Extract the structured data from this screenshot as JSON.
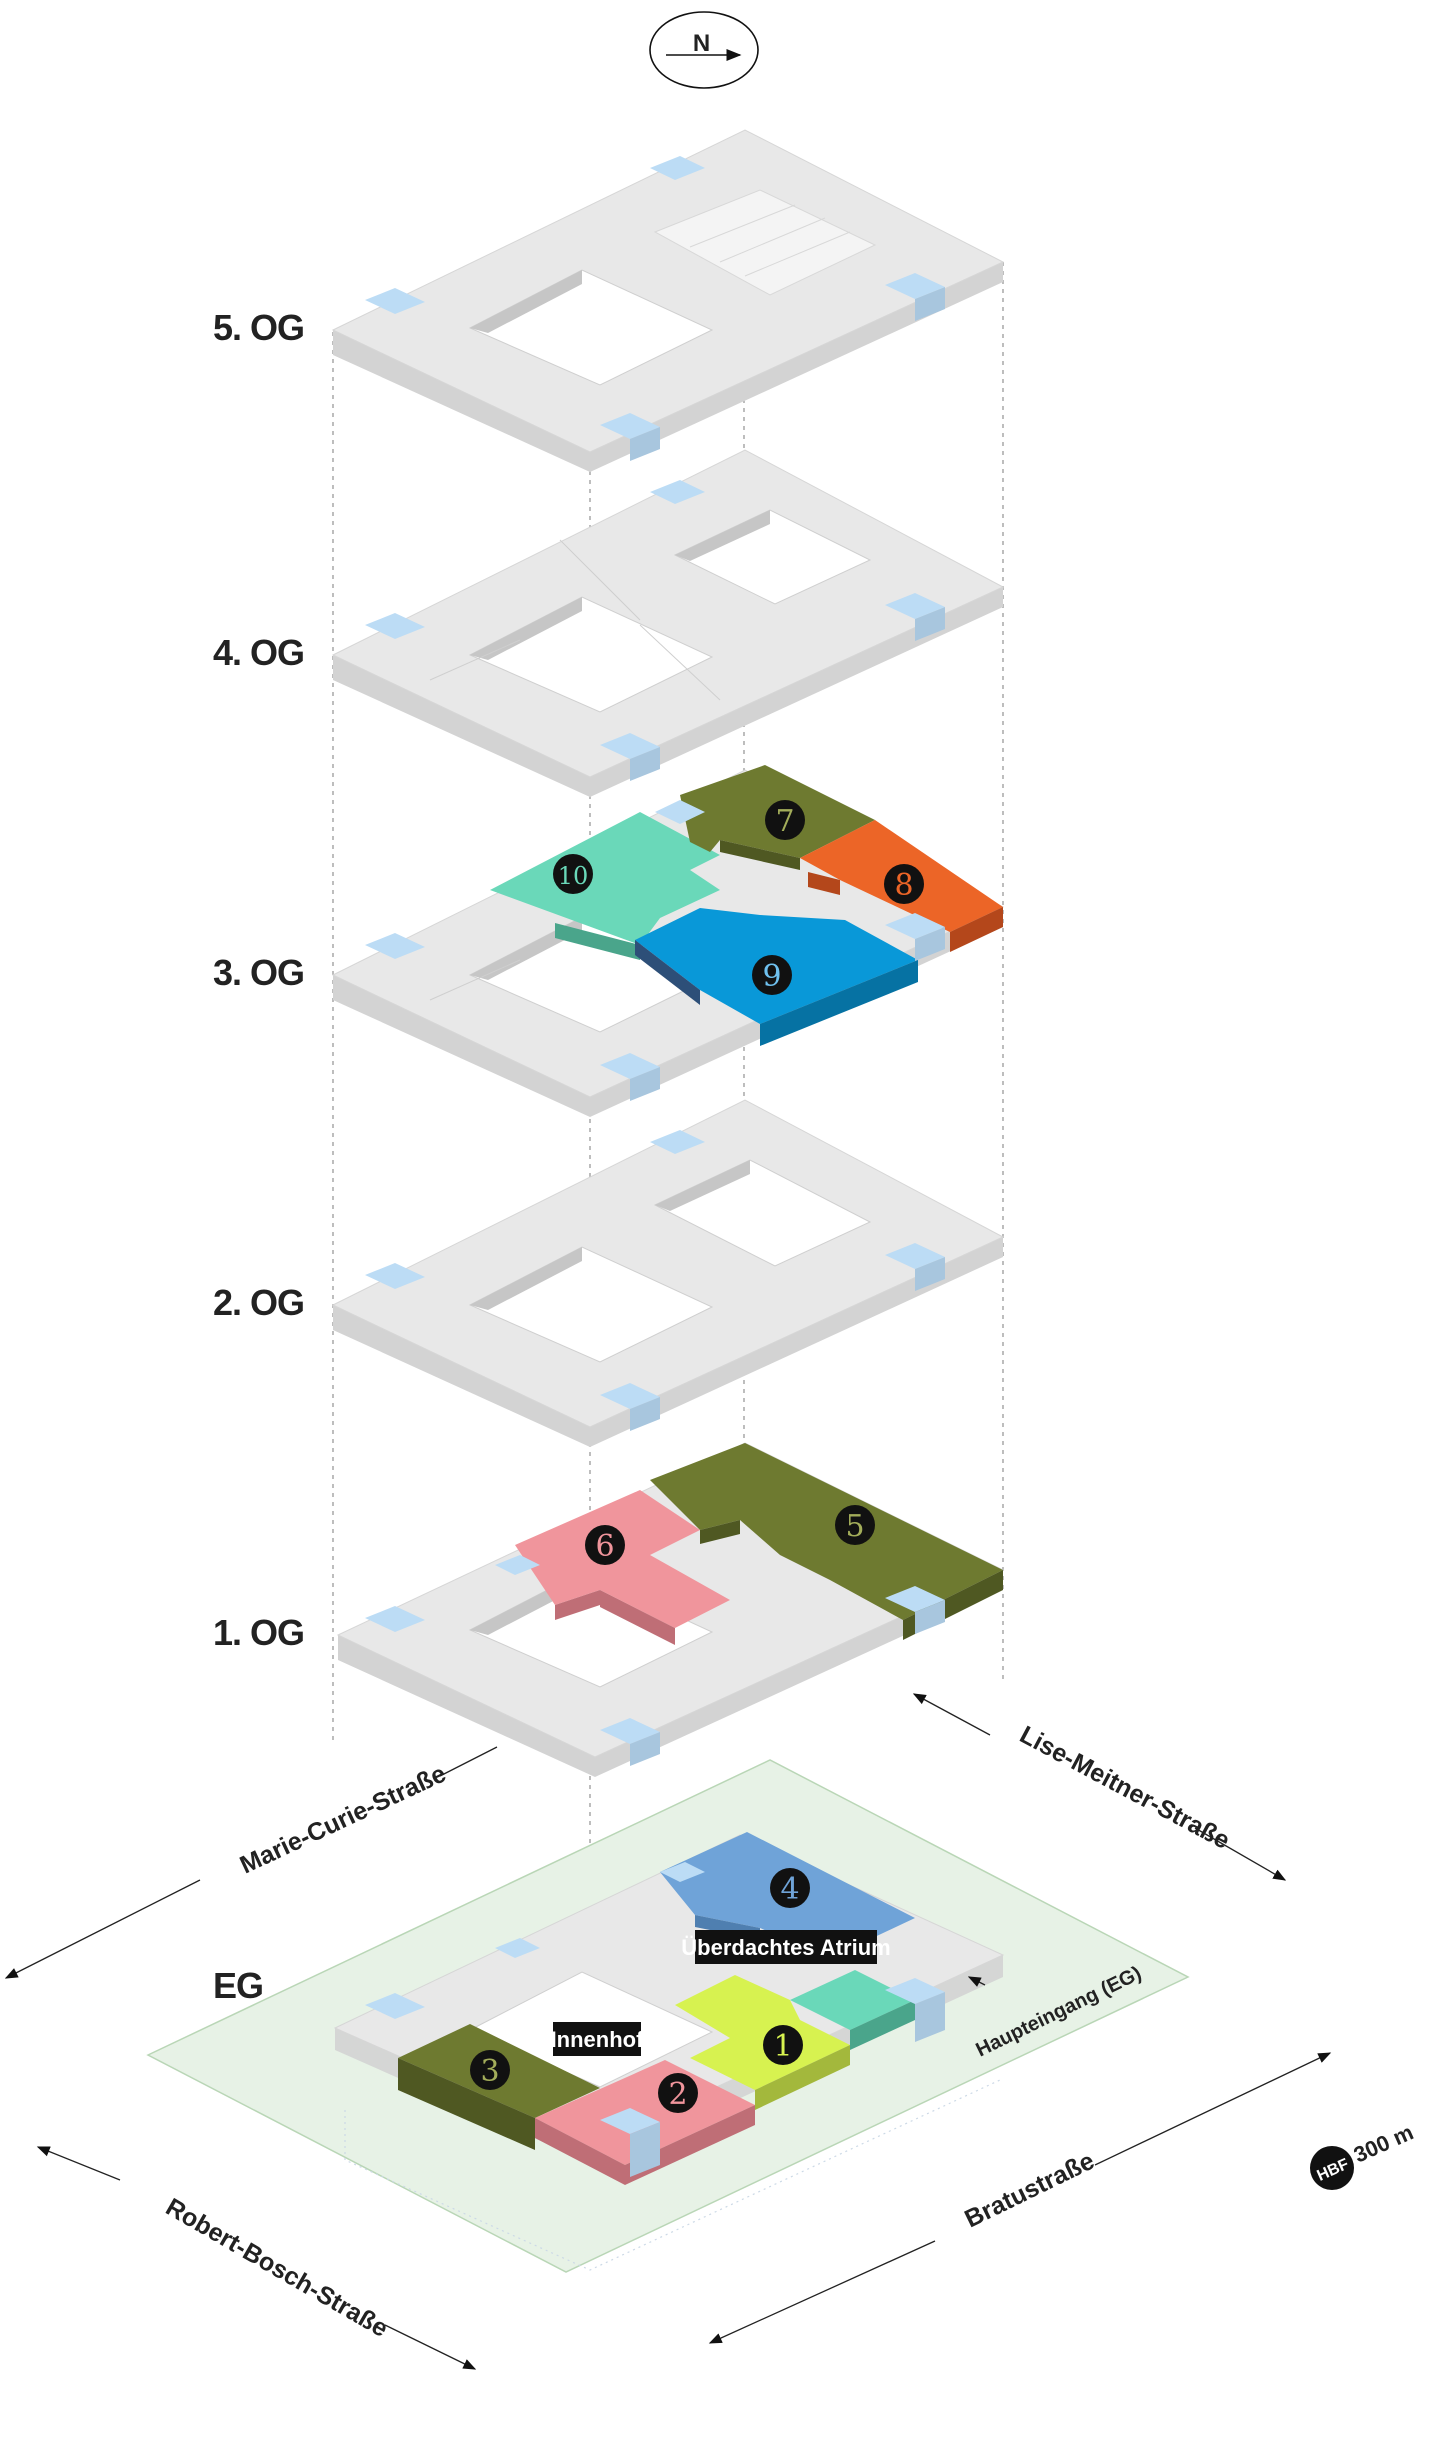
{
  "compass": {
    "label": "N"
  },
  "floors": [
    {
      "label": "5. OG"
    },
    {
      "label": "4. OG"
    },
    {
      "label": "3. OG"
    },
    {
      "label": "2. OG"
    },
    {
      "label": "1. OG"
    },
    {
      "label": "EG"
    }
  ],
  "streets": {
    "marie_curie": "Marie-Curie-Straße",
    "lise_meitner": "Lise-Meitner-Straße",
    "robert_bosch": "Robert-Bosch-Straße",
    "bratu": "Bratustraße",
    "haupteingang": "Haupteingang (EG)"
  },
  "tags": {
    "atrium": "Überdachtes Atrium",
    "innenhof": "Innenhof"
  },
  "hbf": {
    "badge": "HBF",
    "distance": "300 m"
  },
  "zones": [
    {
      "number": "1",
      "color": "#d7f250",
      "text_color": "#d7f250"
    },
    {
      "number": "2",
      "color": "#f0959c",
      "text_color": "#f0959c"
    },
    {
      "number": "3",
      "color": "#6e7a30",
      "text_color": "#a3ad5a"
    },
    {
      "number": "4",
      "color": "#6fa3d8",
      "text_color": "#6fa3d8"
    },
    {
      "number": "5",
      "color": "#6e7a30",
      "text_color": "#a3ad5a"
    },
    {
      "number": "6",
      "color": "#f0959c",
      "text_color": "#f0959c"
    },
    {
      "number": "7",
      "color": "#6e7a30",
      "text_color": "#a3ad5a"
    },
    {
      "number": "8",
      "color": "#ec6527",
      "text_color": "#ec6527"
    },
    {
      "number": "9",
      "color": "#0998d8",
      "text_color": "#6fc1ef"
    },
    {
      "number": "10",
      "color": "#6ad8b9",
      "text_color": "#6ad8b9"
    }
  ],
  "colors": {
    "slab_top": "#e6e6e6",
    "slab_side": "#d2d2d2",
    "core": "#bcdcf5",
    "site": "#e7f2e6"
  }
}
